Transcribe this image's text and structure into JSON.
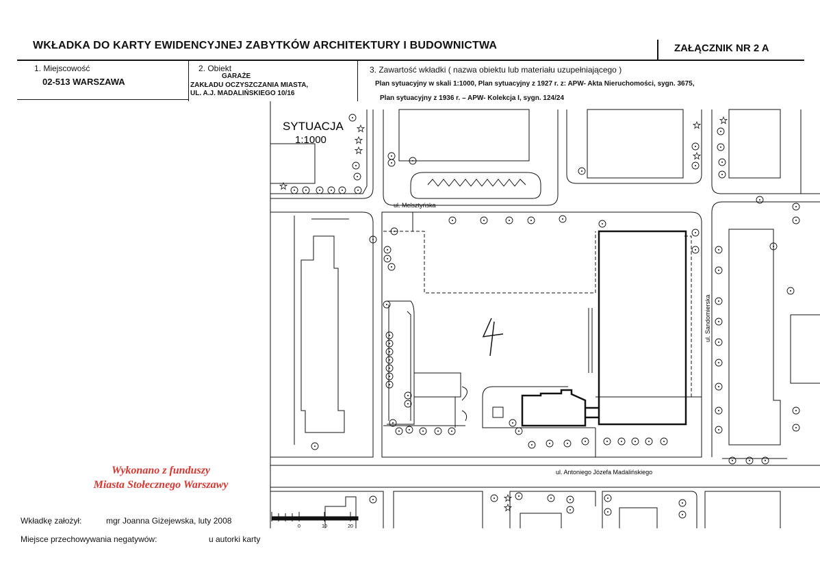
{
  "header": {
    "title": "WKŁADKA DO KARTY EWIDENCYJNEJ ZABYTKÓW ARCHITEKTURY I BUDOWNICTWA",
    "annex": "ZAŁĄCZNIK NR  2 A"
  },
  "fields": {
    "locality_label": "1. Miejscowość",
    "locality_value": "02-513  WARSZAWA",
    "object_label": "2. Obiekt",
    "object_line1": "GARAŻE",
    "object_line2": "ZAKŁADU  OCZYSZCZANIA  MIASTA,",
    "object_line3": "UL. A.J. MADALIŃSKIEGO 10/16",
    "content_label": "3. Zawartość wkładki ( nazwa obiektu lub materiału uzupełniającego )",
    "content_line1": "Plan sytuacyjny  w skali 1:1000, Plan sytuacyjny z 1927 r. z: APW- Akta Nieruchomości, sygn. 3675,",
    "content_line2": "Plan   sytuacyjny z 1936 r. – APW- Kolekcja I, sygn. 124/24"
  },
  "map": {
    "title": "SYTUACJA",
    "scale": "1:1000",
    "street_melsztynska": "ul. Melsztyńska",
    "street_sandomierska": "ul. Sandomierska",
    "street_madalinskiego": "ul. Antoniego Józefa Madalińskiego",
    "parcel_number": "4",
    "scalebar_0": "0",
    "scalebar_10": "10",
    "scalebar_20": "20"
  },
  "funding": {
    "line1": "Wykonano z funduszy",
    "line2": "Miasta Stołecznego Warszawy"
  },
  "footer": {
    "author_label": "Wkładkę założył:",
    "author_value": "mgr Joanna Giżejewska, luty 2008",
    "storage_label": "Miejsce przechowywania negatywów:",
    "storage_value": "u autorki karty"
  }
}
